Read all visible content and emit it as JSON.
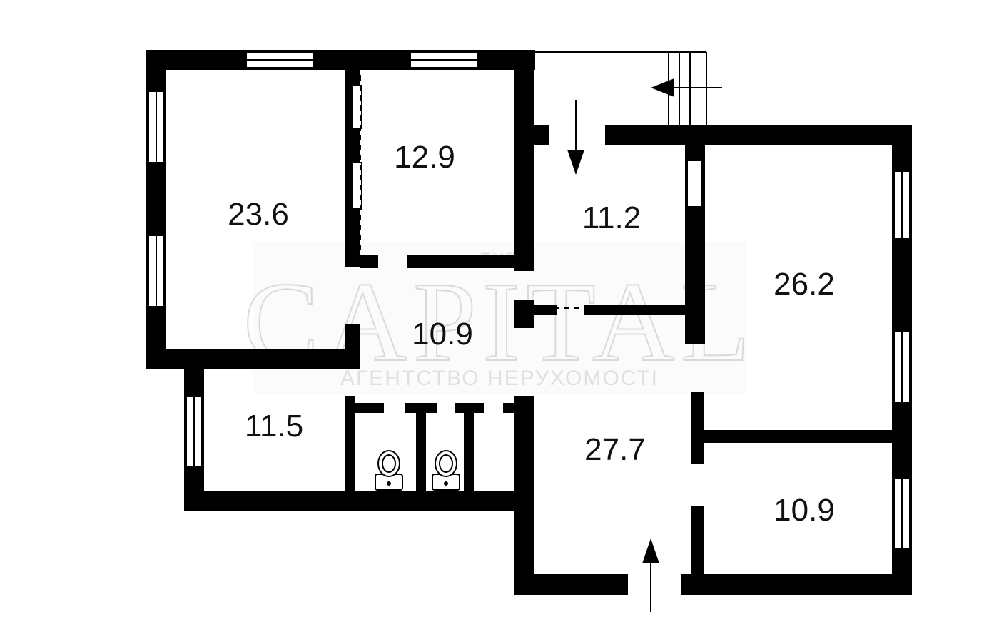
{
  "watermark": {
    "top": "THE",
    "brand": "CAPITAL",
    "tagline": "АГЕНТСТВО НЕРУХОМОСТІ"
  },
  "rooms": [
    {
      "id": "room-1",
      "area": "23.6"
    },
    {
      "id": "room-2",
      "area": "12.9"
    },
    {
      "id": "room-3",
      "area": "11.2"
    },
    {
      "id": "room-4",
      "area": "26.2"
    },
    {
      "id": "room-5",
      "area": "10.9"
    },
    {
      "id": "room-6",
      "area": "11.5"
    },
    {
      "id": "room-7",
      "area": "27.7"
    },
    {
      "id": "room-8",
      "area": "10.9"
    }
  ],
  "colors": {
    "wall": "#000000",
    "background": "#ffffff",
    "watermark": "#d9d9d9"
  }
}
